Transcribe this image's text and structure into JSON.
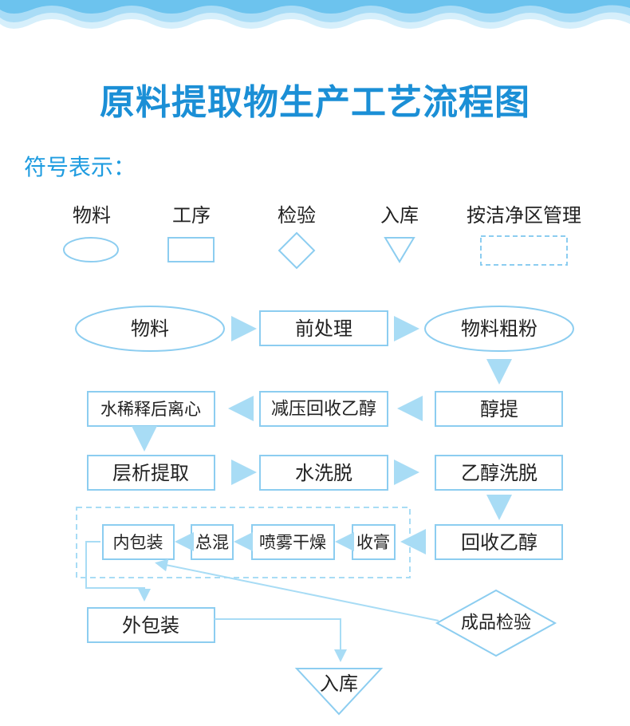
{
  "title": "原料提取物生产工艺流程图",
  "legend": {
    "heading": "符号表示：",
    "items": [
      {
        "key": "material",
        "label": "物料",
        "shape": "ellipse"
      },
      {
        "key": "process",
        "label": "工序",
        "shape": "rectangle"
      },
      {
        "key": "inspection",
        "label": "检验",
        "shape": "diamond"
      },
      {
        "key": "storage",
        "label": "入库",
        "shape": "triangle"
      },
      {
        "key": "clean_area",
        "label": "按洁净区管理",
        "shape": "dashed-rectangle"
      }
    ]
  },
  "flow": {
    "material": "物料",
    "pretreatment": "前处理",
    "coarse_powder": "物料粗粉",
    "alcohol_extraction": "醇提",
    "ethanol_recovery_1": "减压回收乙醇",
    "water_dilution": "水稀释后离心",
    "column_extraction": "层析提取",
    "water_elution": "水洗脱",
    "ethanol_elution": "乙醇洗脱",
    "ethanol_recovery_2": "回收乙醇",
    "collect_paste": "收膏",
    "spray_dry": "喷雾干燥",
    "total_mix": "总混",
    "inner_pack": "内包装",
    "outer_pack": "外包装",
    "product_inspection": "成品检验",
    "warehouse": "入库"
  },
  "colors": {
    "title": "#1b8fd6",
    "legend_heading": "#1f9ce0",
    "stroke": "#8ccdf0",
    "arrow": "#a8dcf5",
    "wave_light": "#d6effb",
    "wave_mid": "#a9dcf6",
    "wave_dark": "#6cc3ee"
  }
}
